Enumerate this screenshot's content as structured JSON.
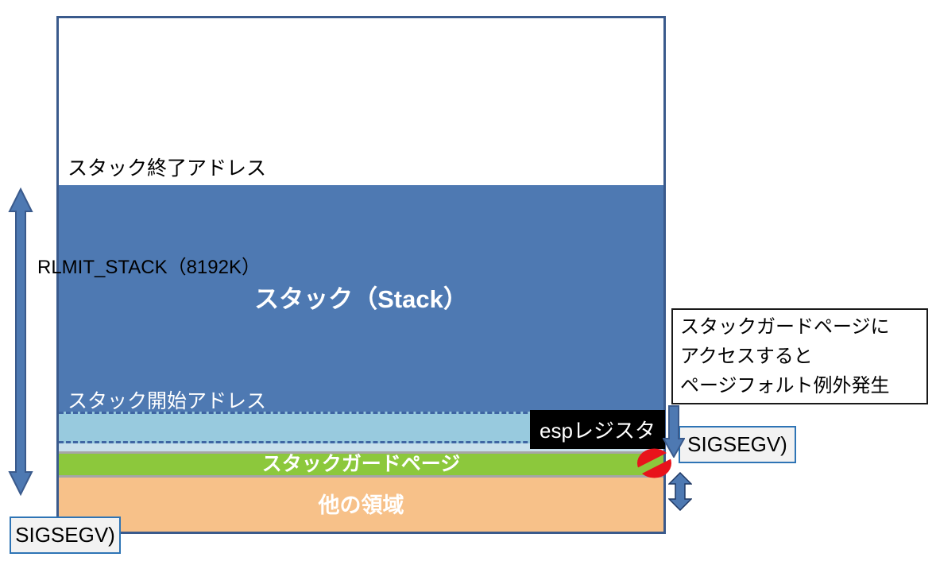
{
  "colors": {
    "stack_blue": "#4E79B2",
    "box_border_blue": "#3A5A8C",
    "dashed_border_blue": "#3F66A3",
    "guard_upper_blue": "#98CADE",
    "pale_blue_strip": "#C8E0EC",
    "guard_green": "#8CC83C",
    "gray_band_border": "#A6A6A6",
    "other_orange": "#F7C189",
    "esp_badge_bg": "#000000",
    "sigsegv_box_fill": "#F2F2F2",
    "sigsegv_box_border": "#2E74B5",
    "prohibit_red": "#E8131B",
    "arrow_blue": "#4E79B2",
    "arrow_outline": "#3A5A8C"
  },
  "diagram": {
    "stack_end_label": "スタック終了アドレス",
    "rlimit_label": "RLMIT_STACK（8192K）",
    "stack_title": "スタック（Stack）",
    "stack_start_label": "スタック開始アドレス",
    "guard_page_label": "スタックガードページ",
    "other_region_label": "他の領域",
    "esp_label": "espレジスタ",
    "note_lines": [
      "スタックガードページに",
      "アクセスすると",
      "ページフォルト例外発生"
    ],
    "sigsegv_right_label": "SIGSEGV)",
    "sigsegv_bottom_label": "SIGSEGV)"
  }
}
